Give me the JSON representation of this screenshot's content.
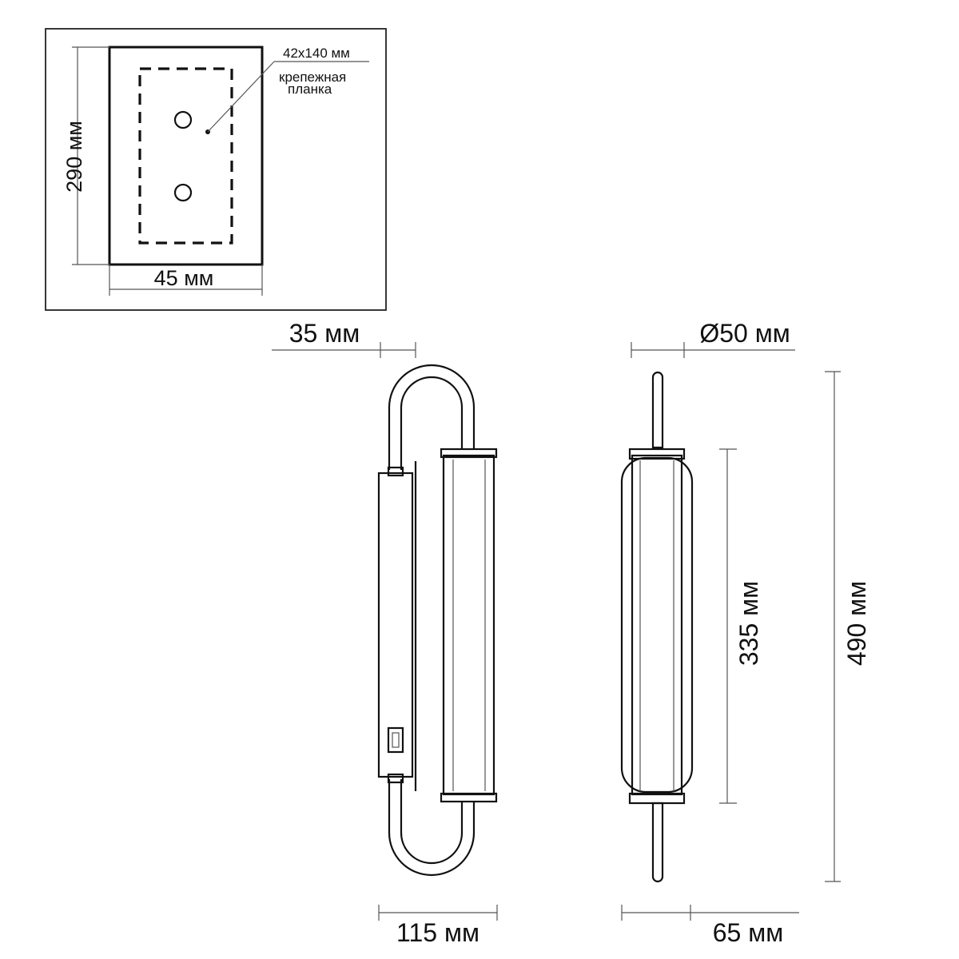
{
  "inset": {
    "height_label": "290 мм",
    "width_label": "45 мм",
    "plate_size_label": "42x140 мм",
    "plate_name_line1": "крепежная",
    "plate_name_line2": "планка"
  },
  "side_view": {
    "offset_label": "35 мм",
    "width_label": "115 мм"
  },
  "front_view": {
    "diameter_label": "Ø50 мм",
    "shade_height_label": "335 мм",
    "total_height_label": "490 мм",
    "depth_label": "65 мм"
  }
}
